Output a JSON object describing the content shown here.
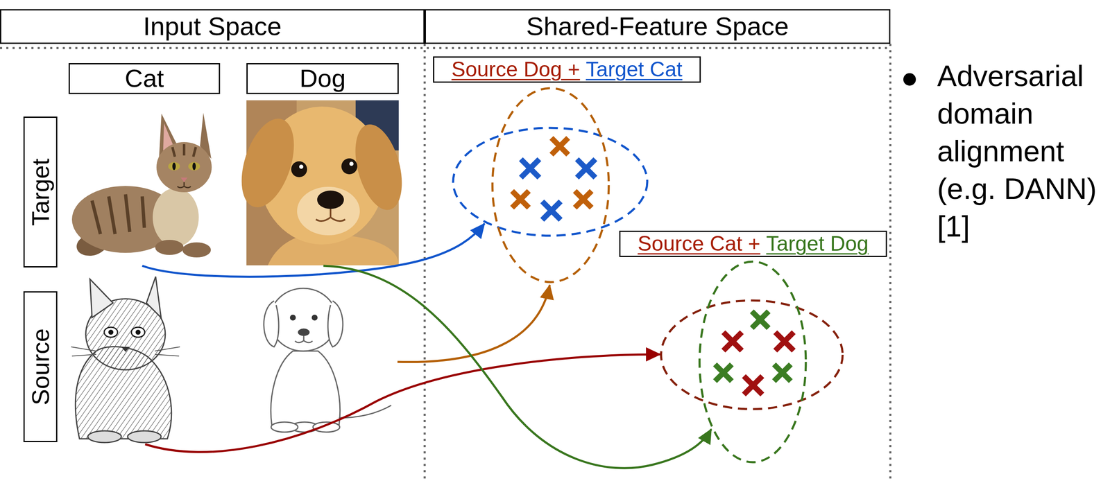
{
  "diagram": {
    "nodes": [
      {
        "text": [
          "Input Space"
        ]
      },
      {
        "text": [
          "Shared-Feature Space"
        ]
      },
      {
        "text": [
          "Cat"
        ]
      },
      {
        "text": [
          "Dog"
        ]
      },
      {
        "text": [
          "Source Dog +",
          "Target Cat"
        ]
      },
      {
        "text": [
          "Target"
        ]
      },
      {
        "text": [
          "Source Cat +",
          "Target Dog"
        ]
      },
      {
        "text": [
          "Source"
        ]
      }
    ],
    "labels": [
      "Adversarial domain alignment (e.g. DANN) [1]"
    ]
  }
}
